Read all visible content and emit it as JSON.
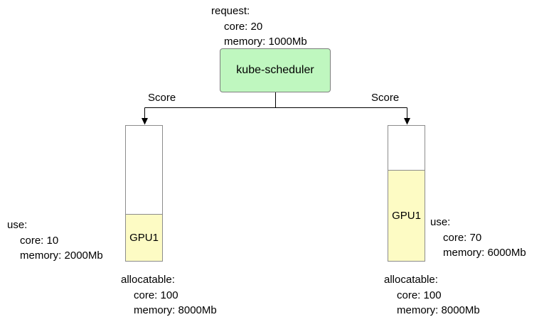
{
  "request": {
    "title": "request:",
    "lines": [
      "core: 20",
      "memory: 1000Mb"
    ]
  },
  "scheduler": {
    "label": "kube-scheduler"
  },
  "edges": {
    "left_label": "Score",
    "right_label": "Score"
  },
  "nodes": [
    {
      "gpu_label": "GPU1",
      "use": {
        "title": "use:",
        "lines": [
          "core: 10",
          "memory: 2000Mb"
        ]
      },
      "allocatable": {
        "title": "allocatable:",
        "lines": [
          "core: 100",
          "memory: 8000Mb"
        ]
      }
    },
    {
      "gpu_label": "GPU1",
      "use": {
        "title": "use:",
        "lines": [
          "core: 70",
          "memory: 6000Mb"
        ]
      },
      "allocatable": {
        "title": "allocatable:",
        "lines": [
          "core: 100",
          "memory: 8000Mb"
        ]
      }
    }
  ],
  "colors": {
    "scheduler_fill": "#bff7bf",
    "scheduler_border": "#7f7f7f",
    "gpu_fill": "#fdfbc4",
    "node_border": "#8c8c8c",
    "line": "#000000",
    "background": "#ffffff"
  }
}
